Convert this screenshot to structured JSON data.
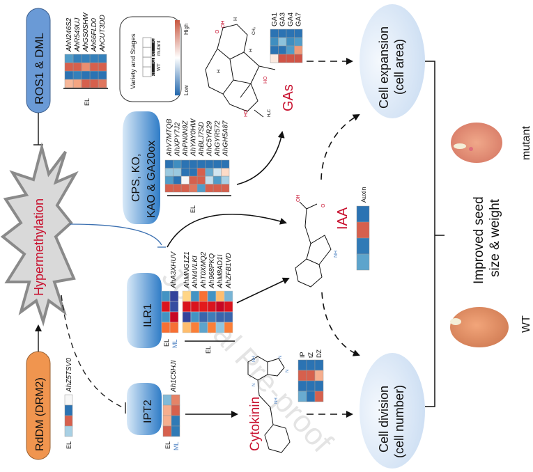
{
  "colors": {
    "hm_blue_dark": "#2166ac",
    "hm_blue_mid": "#4393c3",
    "hm_blue_light": "#92c5de",
    "hm_blue_pale": "#d1e5f0",
    "hm_white": "#f7f7f7",
    "hm_red_pale": "#fddbc7",
    "hm_red_light": "#f4a582",
    "hm_red_mid": "#d6604d",
    "hm_red_dark": "#b2182b",
    "ylr_dark_red": "#bd0026",
    "ylr_red": "#e31a1c",
    "ylr_orange": "#fd8d3c",
    "ylr_yellow": "#ffeda0",
    "navy": "#313695",
    "label_red": "#c8102e",
    "ml_blue": "#4a7fc1",
    "oval_fill": "#dbe8f7",
    "rddm_fill": "#f0954f",
    "ros_fill": "#6a9ad6"
  },
  "nodes": {
    "ros1_dml": "ROS1 & DML",
    "hypermethylation": "Hypermethylation",
    "rddm": "RdDM (DRM2)",
    "cps_line1": "CPS, KO,",
    "cps_line2": "KAO & GA20ox",
    "ilr1": "ILR1",
    "ipt2": "IPT2",
    "gas": "GAs",
    "iaa": "IAA",
    "cytokinin": "Cytokinin",
    "cell_expansion_line1": "Cell expansion",
    "cell_expansion_line2": "(cell area)",
    "cell_division_line1": "Cell division",
    "cell_division_line2": "(cell number)",
    "outcome_line1": "Improved seed",
    "outcome_line2": "size & weight",
    "mutant_label": "mutant",
    "wt_label": "WT"
  },
  "legend": {
    "title": "Variety and Stages",
    "s1": "S1",
    "s4": "S4",
    "wt": "WT",
    "mutant": "mutant",
    "high": "High",
    "low": "Low"
  },
  "heatmaps": {
    "ros": {
      "genes": [
        "AhN246S2",
        "AhR549UJ",
        "AhGS0SHW",
        "Ah66FLD0",
        "AhCUT3DD"
      ],
      "group_label": "EL",
      "values": [
        [
          -0.6,
          -0.8,
          -0.8,
          -0.8,
          -0.8
        ],
        [
          0.7,
          0.7,
          0.5,
          0.7,
          0.7
        ],
        [
          -0.9,
          -0.8,
          -0.9,
          -0.9,
          -0.9
        ],
        [
          0.3,
          0.4,
          0.7,
          0.7,
          0.6
        ]
      ]
    },
    "cps": {
      "genes": [
        "AhV7MTQB",
        "AhXPY7J2",
        "AhPN0N9Z",
        "AhYAY0HW",
        "AhBLJ7SD",
        "AhC5YR29",
        "AhGYR572",
        "AhGH5A87"
      ],
      "group_label": "EL",
      "values": [
        [
          -0.9,
          -0.7,
          -0.9,
          -0.9,
          -0.9,
          -0.9,
          -0.9,
          -0.9
        ],
        [
          -0.3,
          -0.3,
          -0.9,
          -0.9,
          0.7,
          -0.5,
          -0.1,
          0.1
        ],
        [
          -0.6,
          -0.9,
          0.0,
          0.7,
          0.7,
          -0.15,
          -0.6,
          -0.25
        ],
        [
          0.7,
          0.7,
          0.7,
          0.6,
          -0.6,
          0.7,
          0.7,
          0.7
        ]
      ]
    },
    "ga": {
      "labels": [
        "GA1",
        "GA3",
        "GA4",
        "GA7"
      ],
      "values": [
        [
          -0.9,
          -0.9,
          -0.9,
          -0.9
        ],
        [
          -0.7,
          -0.35,
          -0.7,
          -0.6
        ],
        [
          -0.9,
          -0.9,
          -0.6,
          0.45
        ],
        [
          0.05,
          0.75,
          0.75,
          0.75
        ]
      ]
    },
    "ilr1_single": {
      "gene": "AhA3XHUV",
      "row_labels": [
        "EL",
        "ML"
      ],
      "values": [
        [
          -0.6,
          -0.95
        ],
        [
          0.85,
          -0.9
        ],
        [
          -0.6,
          0.95
        ],
        [
          0.5,
          0.5
        ]
      ]
    },
    "ilr1_multi": {
      "genes": [
        "AhMNG1Z1",
        "AhN4VLKI",
        "AhT0XMQ2",
        "Ah968PKQ",
        "AhM8AD1I",
        "AhZFB1VD"
      ],
      "group_label": "EL",
      "values": [
        [
          0.1,
          -0.6,
          0.5,
          -0.6,
          0.2,
          -0.4
        ],
        [
          0.85,
          0.85,
          0.8,
          0.85,
          0.95,
          0.85
        ],
        [
          -0.95,
          -0.6,
          -0.8,
          -0.7,
          -0.8,
          -0.8
        ],
        [
          0.2,
          0.45,
          -0.5,
          0.45,
          -0.3,
          0.45
        ]
      ]
    },
    "ipt2": {
      "gene": "Ah1C5HJI",
      "row_labels": [
        "EL",
        "ML"
      ],
      "values": [
        [
          -0.4,
          0.55
        ],
        [
          0.35,
          0.7
        ],
        [
          0.35,
          -0.85
        ],
        [
          0.7,
          -0.85
        ]
      ]
    },
    "rddm": {
      "gene": "AhZ5TSV0",
      "group_label": "EL",
      "values": [
        [
          0.0
        ],
        [
          -0.9
        ],
        [
          0.7
        ],
        [
          -0.25
        ]
      ]
    },
    "auxin": {
      "label": "Auxin",
      "values": [
        [
          -0.9
        ],
        [
          0.7
        ],
        [
          -0.85
        ],
        [
          -0.55
        ]
      ]
    },
    "cytokinin": {
      "labels": [
        "IP",
        "tZ",
        "DZ"
      ],
      "values": [
        [
          -0.9,
          -0.9,
          -0.9
        ],
        [
          0.7,
          0.7,
          0.35
        ],
        [
          -0.9,
          -0.9,
          -0.9
        ],
        [
          -0.5,
          -0.9,
          0.7
        ]
      ]
    }
  },
  "chem": {
    "oh": "OH",
    "ho": "HO",
    "o": "O",
    "h": "H",
    "nh": "NH",
    "n": "N",
    "ch3": "CH₃",
    "h2c": "H₂C"
  },
  "watermark": "Journal Pre-proof"
}
